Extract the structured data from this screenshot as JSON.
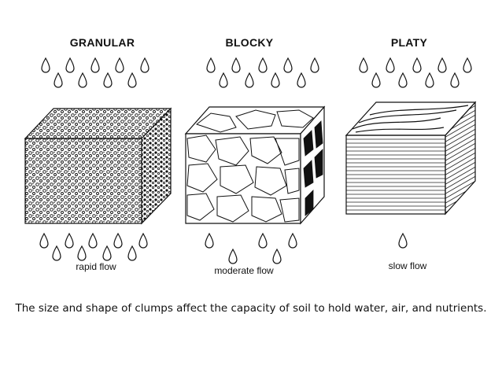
{
  "diagram": {
    "types": [
      {
        "label": "GRANULAR",
        "flow": "rapid flow"
      },
      {
        "label": "BLOCKY",
        "flow": "moderate flow"
      },
      {
        "label": "PLATY",
        "flow": "slow flow"
      }
    ],
    "caption": "The size and shape of clumps affect the capacity of soil to hold water, air, and nutrients."
  },
  "colors": {
    "ink": "#111111",
    "paper": "#ffffff"
  }
}
